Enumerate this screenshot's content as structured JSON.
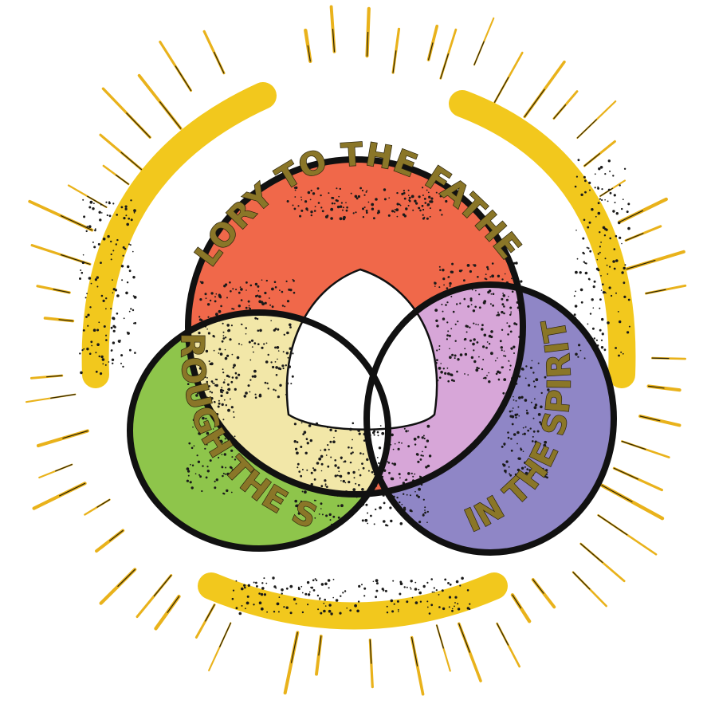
{
  "labels": {
    "father": "GLORY TO THE FATHER",
    "son": "THROUGH THE SON",
    "spirit": "IN THE SPIRIT"
  },
  "colors": {
    "father": "#f0684a",
    "son": "#8ec54b",
    "spirit": "#8f86c6",
    "father_son": "#f2e7a8",
    "father_spirit": "#d7a6d8",
    "son_spirit": "#aee2e6",
    "center": "#ffffff",
    "halo": "#f2c81d",
    "outline": "#111111"
  }
}
